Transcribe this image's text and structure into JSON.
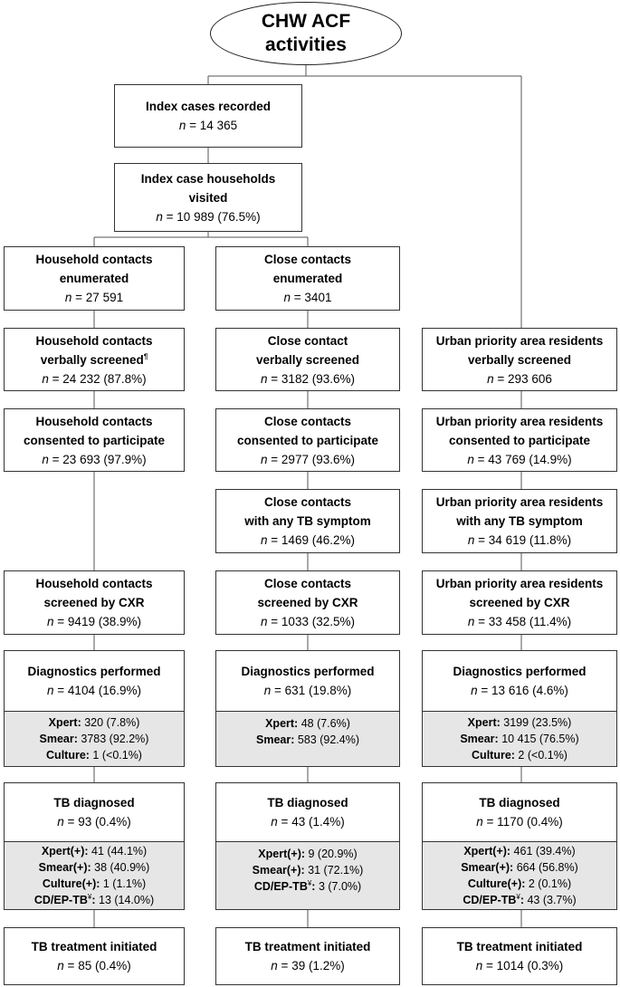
{
  "root": {
    "line1": "CHW ACF",
    "line2": "activities"
  },
  "boxes": {
    "index_recorded": {
      "title": "Index cases recorded",
      "n": "14 365"
    },
    "households_visited": {
      "title1": "Index case households",
      "title2": "visited",
      "n": "10 989 (76.5%)"
    },
    "hh_enumerated": {
      "title1": "Household contacts",
      "title2": "enumerated",
      "n": "27 591"
    },
    "cc_enumerated": {
      "title1": "Close contacts",
      "title2": "enumerated",
      "n": "3401"
    },
    "hh_verbal": {
      "title1": "Household contacts",
      "title2": "verbally screened",
      "sup": "¶",
      "n": "24 232 (87.8%)"
    },
    "cc_verbal": {
      "title1": "Close contact",
      "title2": "verbally screened",
      "n": "3182 (93.6%)"
    },
    "up_verbal": {
      "title1": "Urban priority area residents",
      "title2": "verbally screened",
      "n": "293 606"
    },
    "hh_consent": {
      "title1": "Household contacts",
      "title2": "consented to participate",
      "n": "23 693 (97.9%)"
    },
    "cc_consent": {
      "title1": "Close contacts",
      "title2": "consented to participate",
      "n": "2977 (93.6%)"
    },
    "up_consent": {
      "title1": "Urban priority area residents",
      "title2": "consented to participate",
      "n": "43 769 (14.9%)"
    },
    "cc_symptom": {
      "title1": "Close contacts",
      "title2": "with any TB symptom",
      "n": "1469 (46.2%)"
    },
    "up_symptom": {
      "title1": "Urban priority area residents",
      "title2": "with any TB symptom",
      "n": "34 619 (11.8%)"
    },
    "hh_cxr": {
      "title1": "Household contacts",
      "title2": "screened by CXR",
      "n": "9419 (38.9%)"
    },
    "cc_cxr": {
      "title1": "Close contacts",
      "title2": "screened by CXR",
      "n": "1033 (32.5%)"
    },
    "up_cxr": {
      "title1": "Urban priority area residents",
      "title2": "screened by CXR",
      "n": "33 458 (11.4%)"
    },
    "hh_diag": {
      "title": "Diagnostics performed",
      "n": "4104 (16.9%)",
      "rows": [
        {
          "label": "Xpert:",
          "value": " 320 (7.8%)"
        },
        {
          "label": "Smear:",
          "value": " 3783 (92.2%)"
        },
        {
          "label": "Culture:",
          "value": " 1 (<0.1%)"
        }
      ]
    },
    "cc_diag": {
      "title": "Diagnostics performed",
      "n": "631 (19.8%)",
      "rows": [
        {
          "label": "Xpert:",
          "value": " 48 (7.6%)"
        },
        {
          "label": "Smear:",
          "value": " 583 (92.4%)"
        }
      ]
    },
    "up_diag": {
      "title": "Diagnostics performed",
      "n": "13 616 (4.6%)",
      "rows": [
        {
          "label": "Xpert:",
          "value": " 3199 (23.5%)"
        },
        {
          "label": "Smear:",
          "value": " 10 415 (76.5%)"
        },
        {
          "label": "Culture:",
          "value": " 2 (<0.1%)"
        }
      ]
    },
    "hh_tb": {
      "title": "TB diagnosed",
      "n": "93 (0.4%)",
      "rows": [
        {
          "label": "Xpert(+):",
          "value": " 41 (44.1%)"
        },
        {
          "label": "Smear(+):",
          "value": " 38 (40.9%)"
        },
        {
          "label": "Culture(+):",
          "value": " 1 (1.1%)"
        },
        {
          "label": "CD/EP-TB",
          "sup": "¥",
          "label2": ":",
          "value": " 13 (14.0%)"
        }
      ]
    },
    "cc_tb": {
      "title": "TB diagnosed",
      "n": "43 (1.4%)",
      "rows": [
        {
          "label": "Xpert(+):",
          "value": " 9 (20.9%)"
        },
        {
          "label": "Smear(+):",
          "value": " 31 (72.1%)"
        },
        {
          "label": "CD/EP-TB",
          "sup": "¥",
          "label2": ":",
          "value": " 3 (7.0%)"
        }
      ]
    },
    "up_tb": {
      "title": "TB diagnosed",
      "n": "1170 (0.4%)",
      "rows": [
        {
          "label": "Xpert(+):",
          "value": " 461 (39.4%)"
        },
        {
          "label": "Smear(+):",
          "value": " 664 (56.8%)"
        },
        {
          "label": "Culture(+):",
          "value": " 2 (0.1%)"
        },
        {
          "label": "CD/EP-TB",
          "sup": "¥",
          "label2": ":",
          "value": " 43 (3.7%)"
        }
      ]
    },
    "hh_tx": {
      "title": "TB treatment initiated",
      "n": "85 (0.4%)"
    },
    "cc_tx": {
      "title": "TB treatment initiated",
      "n": "39 (1.2%)"
    },
    "up_tx": {
      "title": "TB treatment initiated",
      "n": "1014 (0.3%)"
    }
  },
  "n_prefix": "n",
  "n_eq": " = ",
  "colors": {
    "border": "#333333",
    "shade": "#e6e6e6"
  }
}
